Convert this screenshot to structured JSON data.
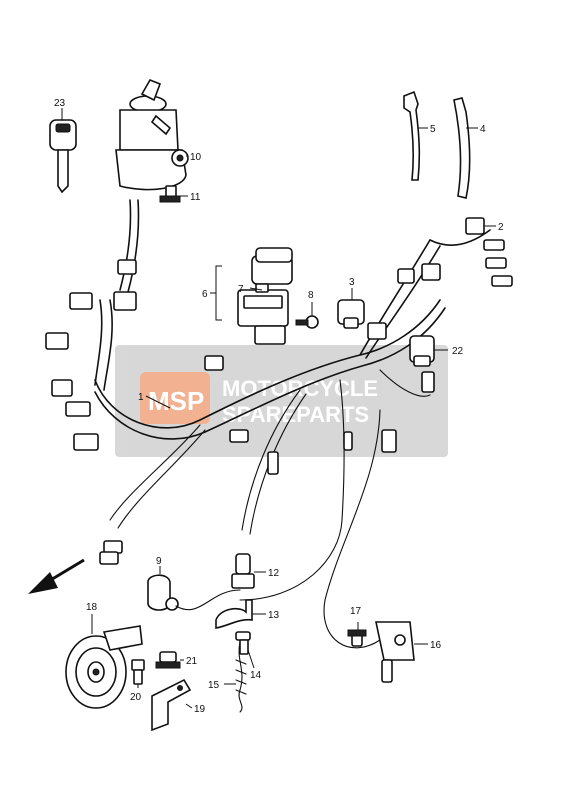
{
  "callouts": [
    {
      "id": "c1",
      "label": "1"
    },
    {
      "id": "c2",
      "label": "2"
    },
    {
      "id": "c3",
      "label": "3"
    },
    {
      "id": "c4",
      "label": "4"
    },
    {
      "id": "c5",
      "label": "5"
    },
    {
      "id": "c6",
      "label": "6"
    },
    {
      "id": "c7",
      "label": "7"
    },
    {
      "id": "c8",
      "label": "8"
    },
    {
      "id": "c9",
      "label": "9"
    },
    {
      "id": "c10",
      "label": "10"
    },
    {
      "id": "c11",
      "label": "11"
    },
    {
      "id": "c12",
      "label": "12"
    },
    {
      "id": "c13",
      "label": "13"
    },
    {
      "id": "c14",
      "label": "14"
    },
    {
      "id": "c15",
      "label": "15"
    },
    {
      "id": "c16",
      "label": "16"
    },
    {
      "id": "c17",
      "label": "17"
    },
    {
      "id": "c18",
      "label": "18"
    },
    {
      "id": "c19",
      "label": "19"
    },
    {
      "id": "c20",
      "label": "20"
    },
    {
      "id": "c21",
      "label": "21"
    },
    {
      "id": "c22",
      "label": "22"
    },
    {
      "id": "c23",
      "label": "23"
    }
  ],
  "watermark": {
    "logo": "MSP",
    "line1": "MOTORCYCLE",
    "line2": "SPAREPARTS",
    "accent_color": "#e8743a",
    "panel_color": "#b8b8b8"
  },
  "icons": [
    "front-direction-arrow-icon"
  ]
}
